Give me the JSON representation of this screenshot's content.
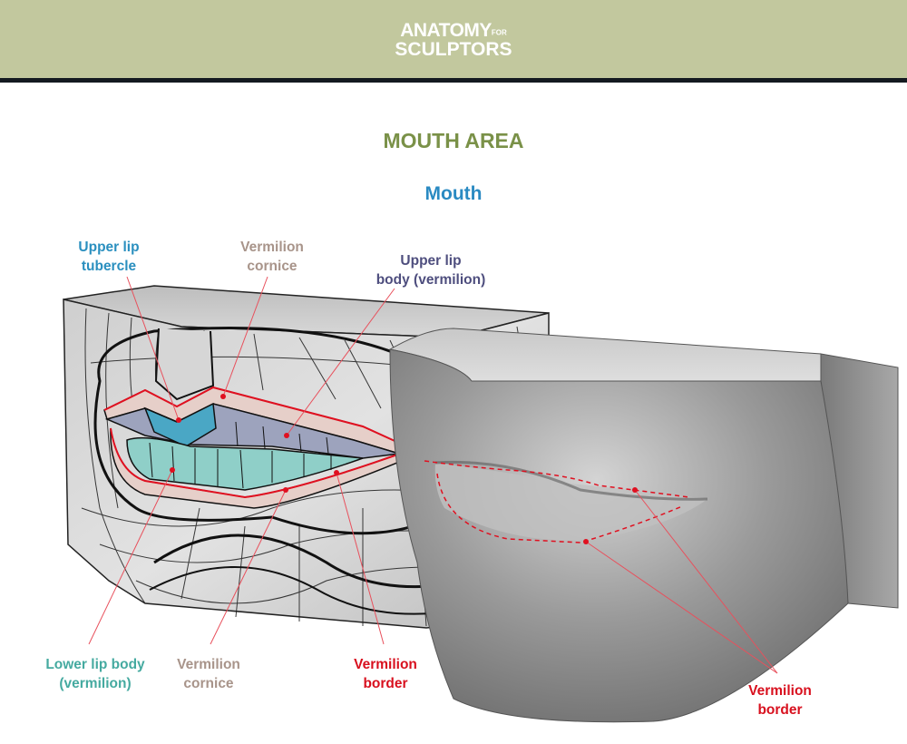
{
  "header": {
    "logo_line1": "ANATOMY",
    "logo_for": "FOR",
    "logo_line2": "SCULPTORS",
    "background": "#c2c89e"
  },
  "title": {
    "text": "MOUTH AREA",
    "color": "#7a9148"
  },
  "subtitle": {
    "text": "Mouth",
    "color": "#2a8ac2"
  },
  "labels": {
    "upper_lip_tubercle": {
      "line1": "Upper lip",
      "line2": "tubercle",
      "color": "#2a8fbf"
    },
    "vermilion_cornice_top": {
      "line1": "Vermilion",
      "line2": "cornice",
      "color": "#a8948a"
    },
    "upper_lip_body": {
      "line1": "Upper lip",
      "line2": "body (vermilion)",
      "color": "#4e4e7e"
    },
    "lower_lip_body": {
      "line1": "Lower lip body",
      "line2": "(vermilion)",
      "color": "#45aaa0"
    },
    "vermilion_cornice_bottom": {
      "line1": "Vermilion",
      "line2": "cornice",
      "color": "#a8948a"
    },
    "vermilion_border_left": {
      "line1": "Vermilion",
      "line2": "border",
      "color": "#d8101e"
    },
    "vermilion_border_right": {
      "line1": "Vermilion",
      "line2": "border",
      "color": "#d8101e"
    }
  },
  "illustrations": {
    "left": "planar-wireframe-mouth-model",
    "right": "sculpted-realistic-mouth-model"
  }
}
